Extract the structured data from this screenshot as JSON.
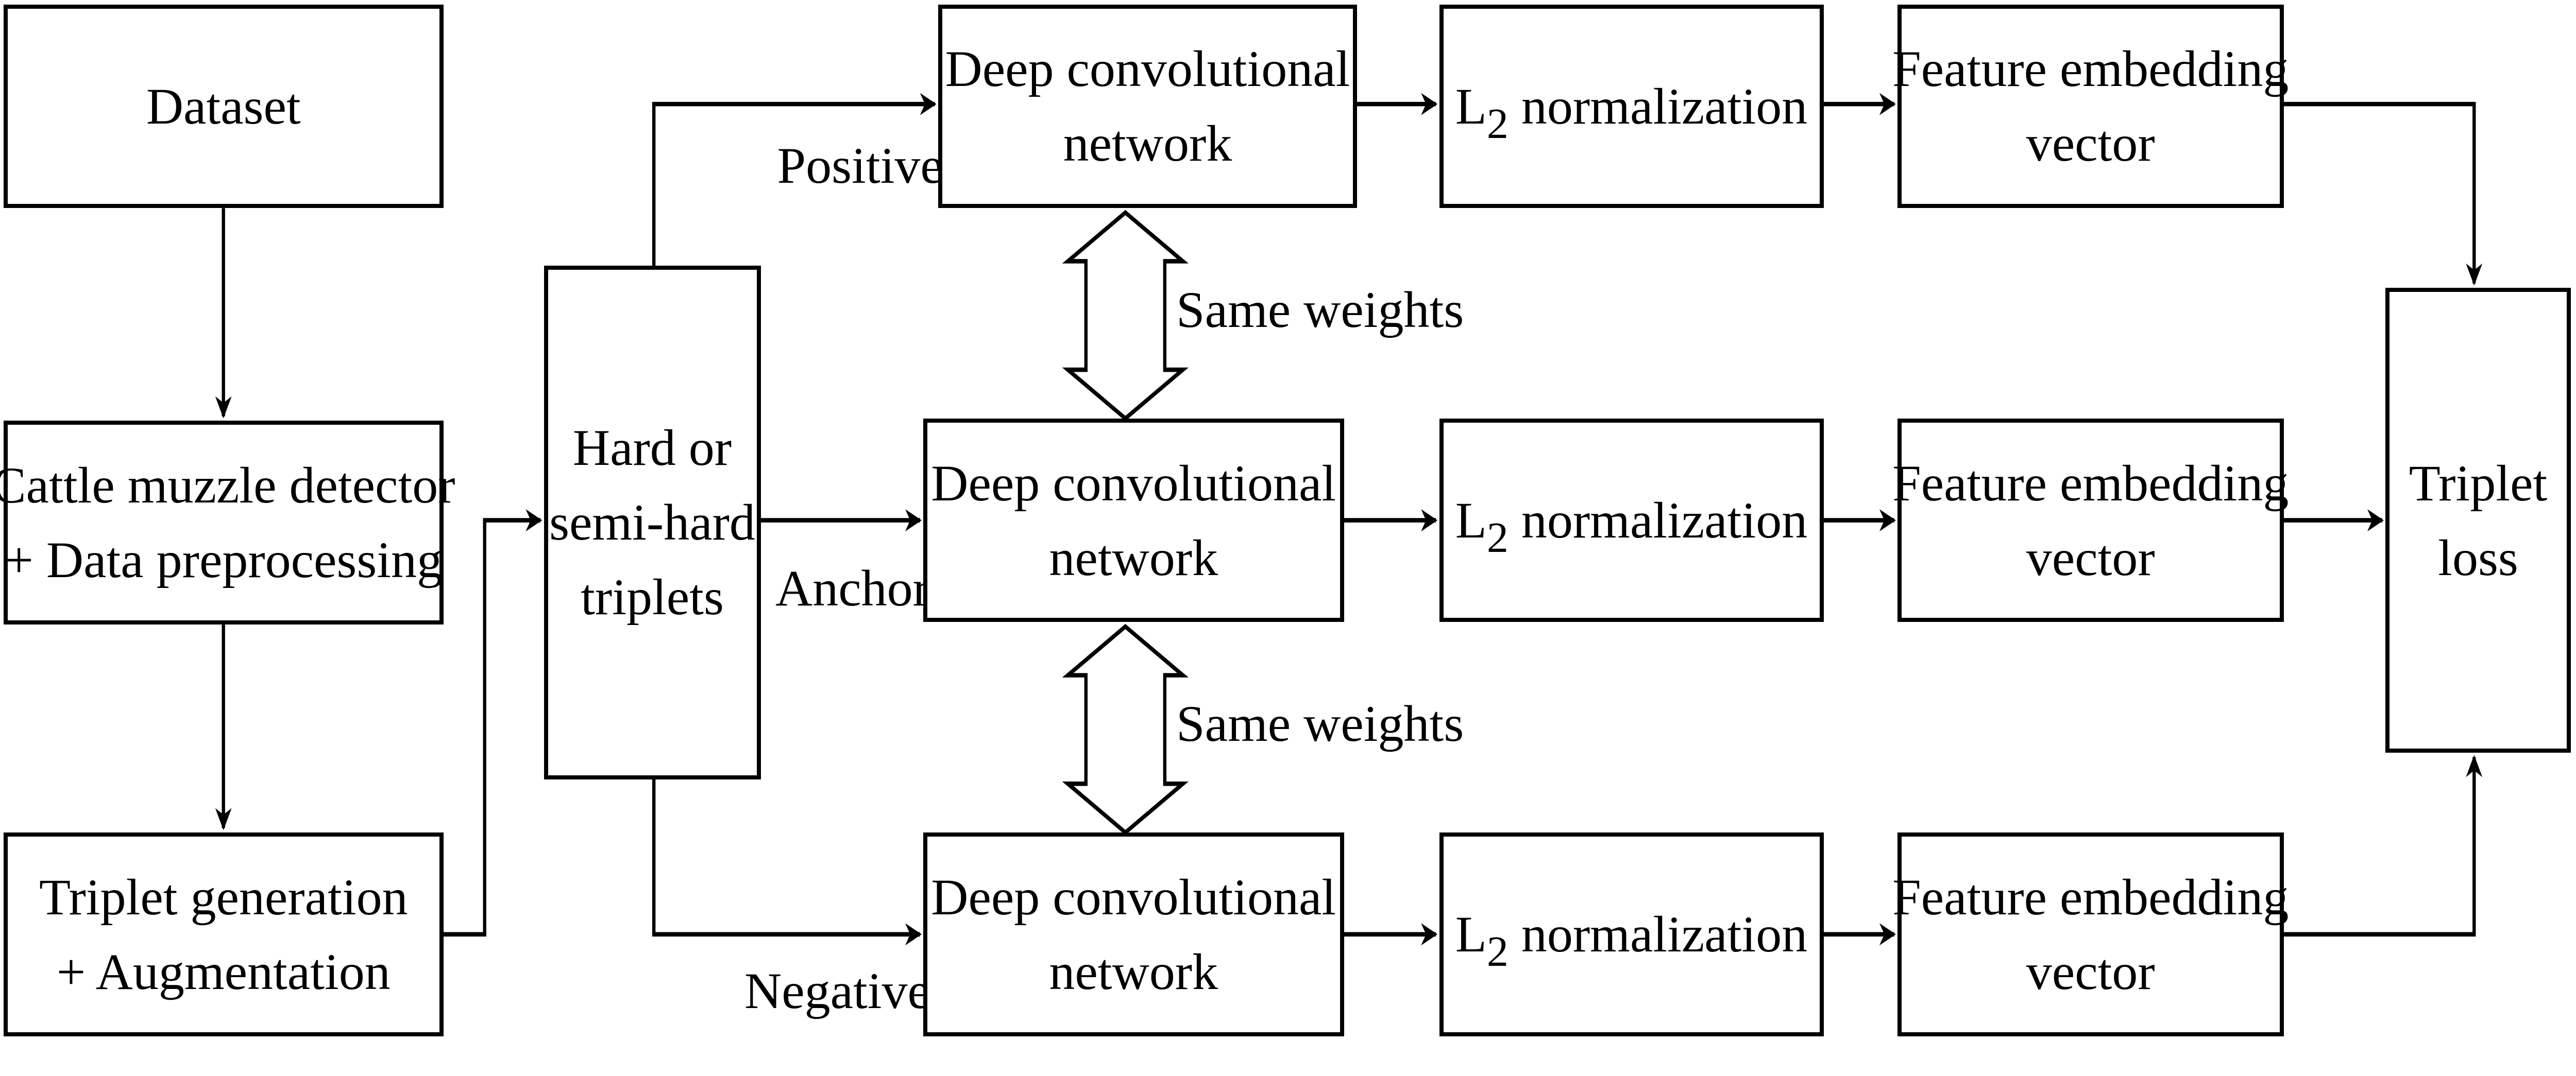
{
  "nodes": {
    "dataset": "Dataset",
    "detector": [
      "Cattle muzzle detector",
      "+ Data preprocessing"
    ],
    "triplet_gen": [
      "Triplet generation",
      "+ Augmentation"
    ],
    "mining": [
      "Hard or",
      "semi-hard",
      "triplets"
    ],
    "dcn": [
      "Deep convolutional",
      "network"
    ],
    "l2": {
      "main": "L",
      "sub": "2",
      "rest": " normalization"
    },
    "embedding": [
      "Feature embedding",
      "vector"
    ],
    "loss": [
      "Triplet",
      "loss"
    ]
  },
  "edge_labels": {
    "positive": "Positive",
    "anchor": "Anchor",
    "negative": "Negative",
    "same_weights": "Same weights"
  }
}
